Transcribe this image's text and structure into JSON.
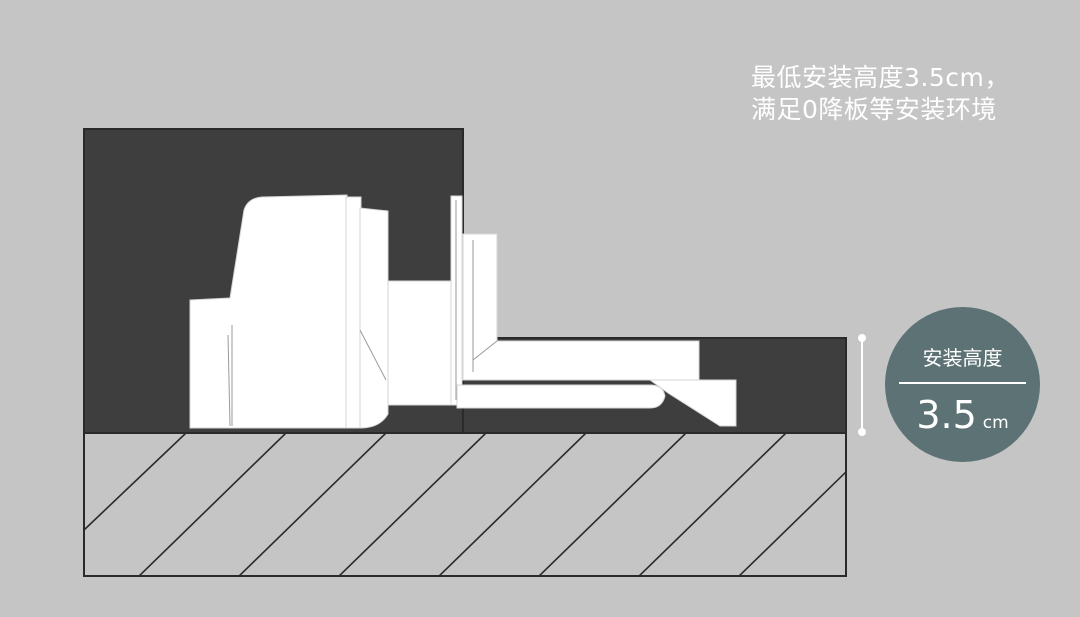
{
  "headline": {
    "line1": "最低安装高度3.5cm，",
    "line2": "满足0降板等安装环境"
  },
  "badge": {
    "label": "安装高度",
    "value": "3.5",
    "unit": "cm"
  },
  "colors": {
    "background": "#c5c5c5",
    "wall": "#3e3e3e",
    "device": "#ffffff",
    "badge": "#5d7275",
    "outline": "#2a2a2a"
  }
}
